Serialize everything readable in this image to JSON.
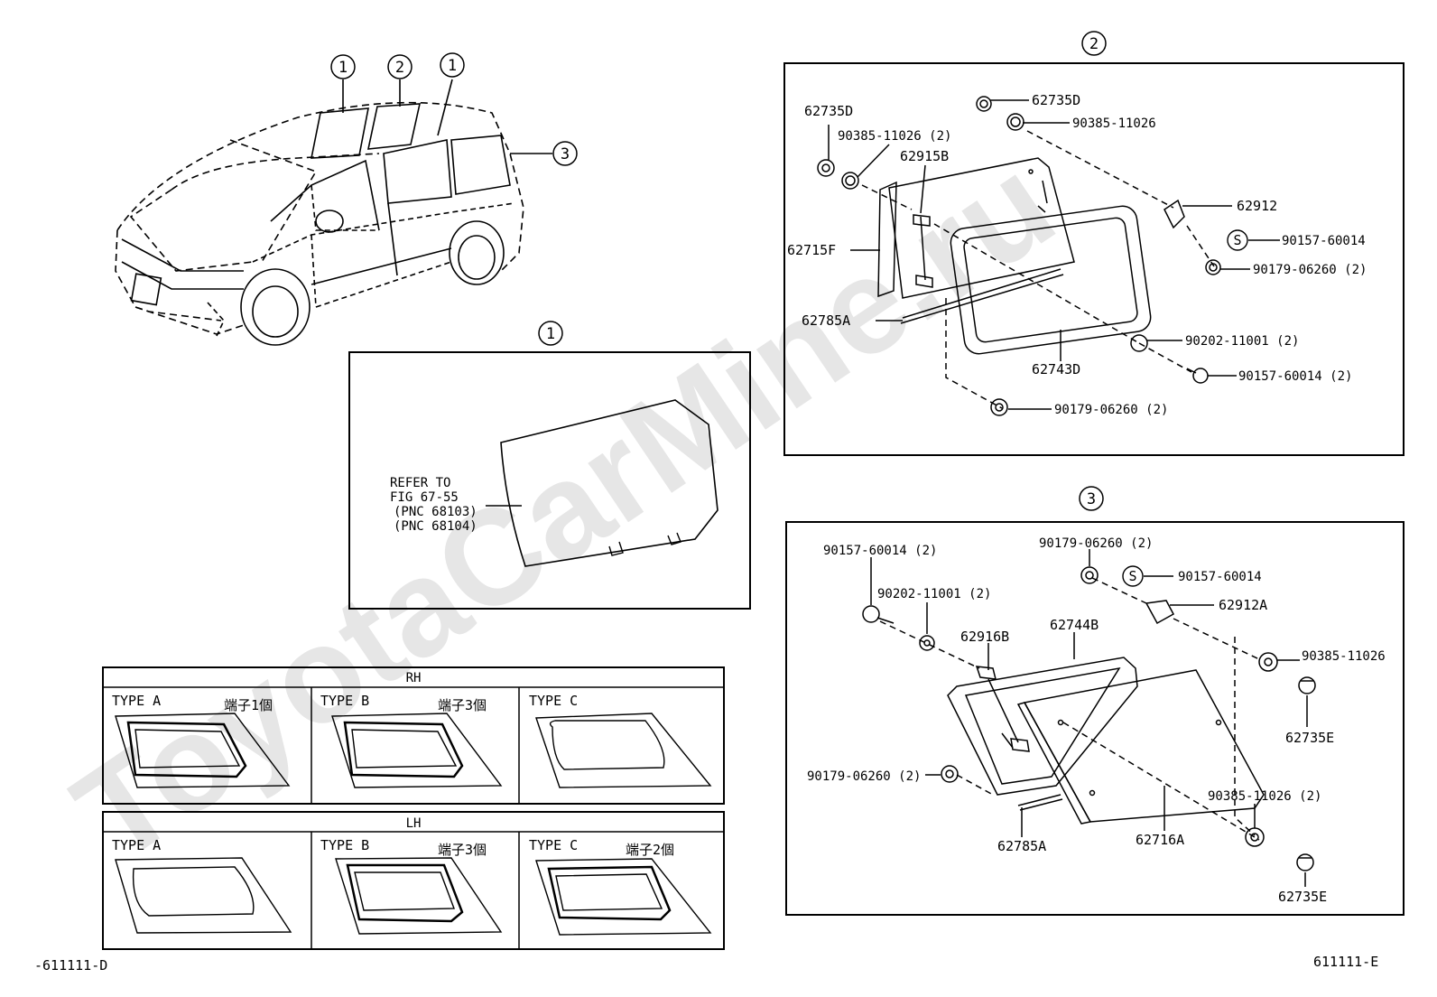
{
  "watermark": "ToyotaCarMine.ru",
  "overview": {
    "callouts": [
      "1",
      "2",
      "1",
      "3"
    ]
  },
  "section1": {
    "number": "1",
    "note_lines": [
      "REFER TO",
      "FIG 67-55",
      "(PNC 68103)",
      "(PNC 68104)"
    ]
  },
  "section2": {
    "number": "2",
    "labels": {
      "p62735D_a": "62735D",
      "p62735D_b": "62735D",
      "p90385_a": "90385-11026",
      "p90385_b": "90385-11026 (2)",
      "p62915B": "62915B",
      "p62912": "62912",
      "s_mark": "S",
      "p90157_a": "90157-60014",
      "p62715F": "62715F",
      "p90179_a": "90179-06260 (2)",
      "p62785A": "62785A",
      "p90202": "90202-11001 (2)",
      "p62743D": "62743D",
      "p90157_b": "90157-60014 (2)",
      "p90179_b": "90179-06260 (2)"
    }
  },
  "section3": {
    "number": "3",
    "labels": {
      "p90157_a": "90157-60014 (2)",
      "p90179_a": "90179-06260 (2)",
      "s_mark": "S",
      "p90157_b": "90157-60014",
      "p90202": "90202-11001 (2)",
      "p62912A": "62912A",
      "p62744B": "62744B",
      "p62916B": "62916B",
      "p90385_a": "90385-11026",
      "p62735E_a": "62735E",
      "p90179_b": "90179-06260 (2)",
      "p90385_b": "90385-11026 (2)",
      "p62785A": "62785A",
      "p62716A": "62716A",
      "p62735E_b": "62735E"
    }
  },
  "types_table": {
    "rh_header": "RH",
    "lh_header": "LH",
    "rh": [
      {
        "type": "TYPE A",
        "note": "端子1個"
      },
      {
        "type": "TYPE B",
        "note": "端子3個"
      },
      {
        "type": "TYPE C",
        "note": ""
      }
    ],
    "lh": [
      {
        "type": "TYPE A",
        "note": ""
      },
      {
        "type": "TYPE B",
        "note": "端子3個"
      },
      {
        "type": "TYPE C",
        "note": "端子2個"
      }
    ]
  },
  "footer": {
    "left_code": "-611111-D",
    "right_code": "611111-E"
  }
}
